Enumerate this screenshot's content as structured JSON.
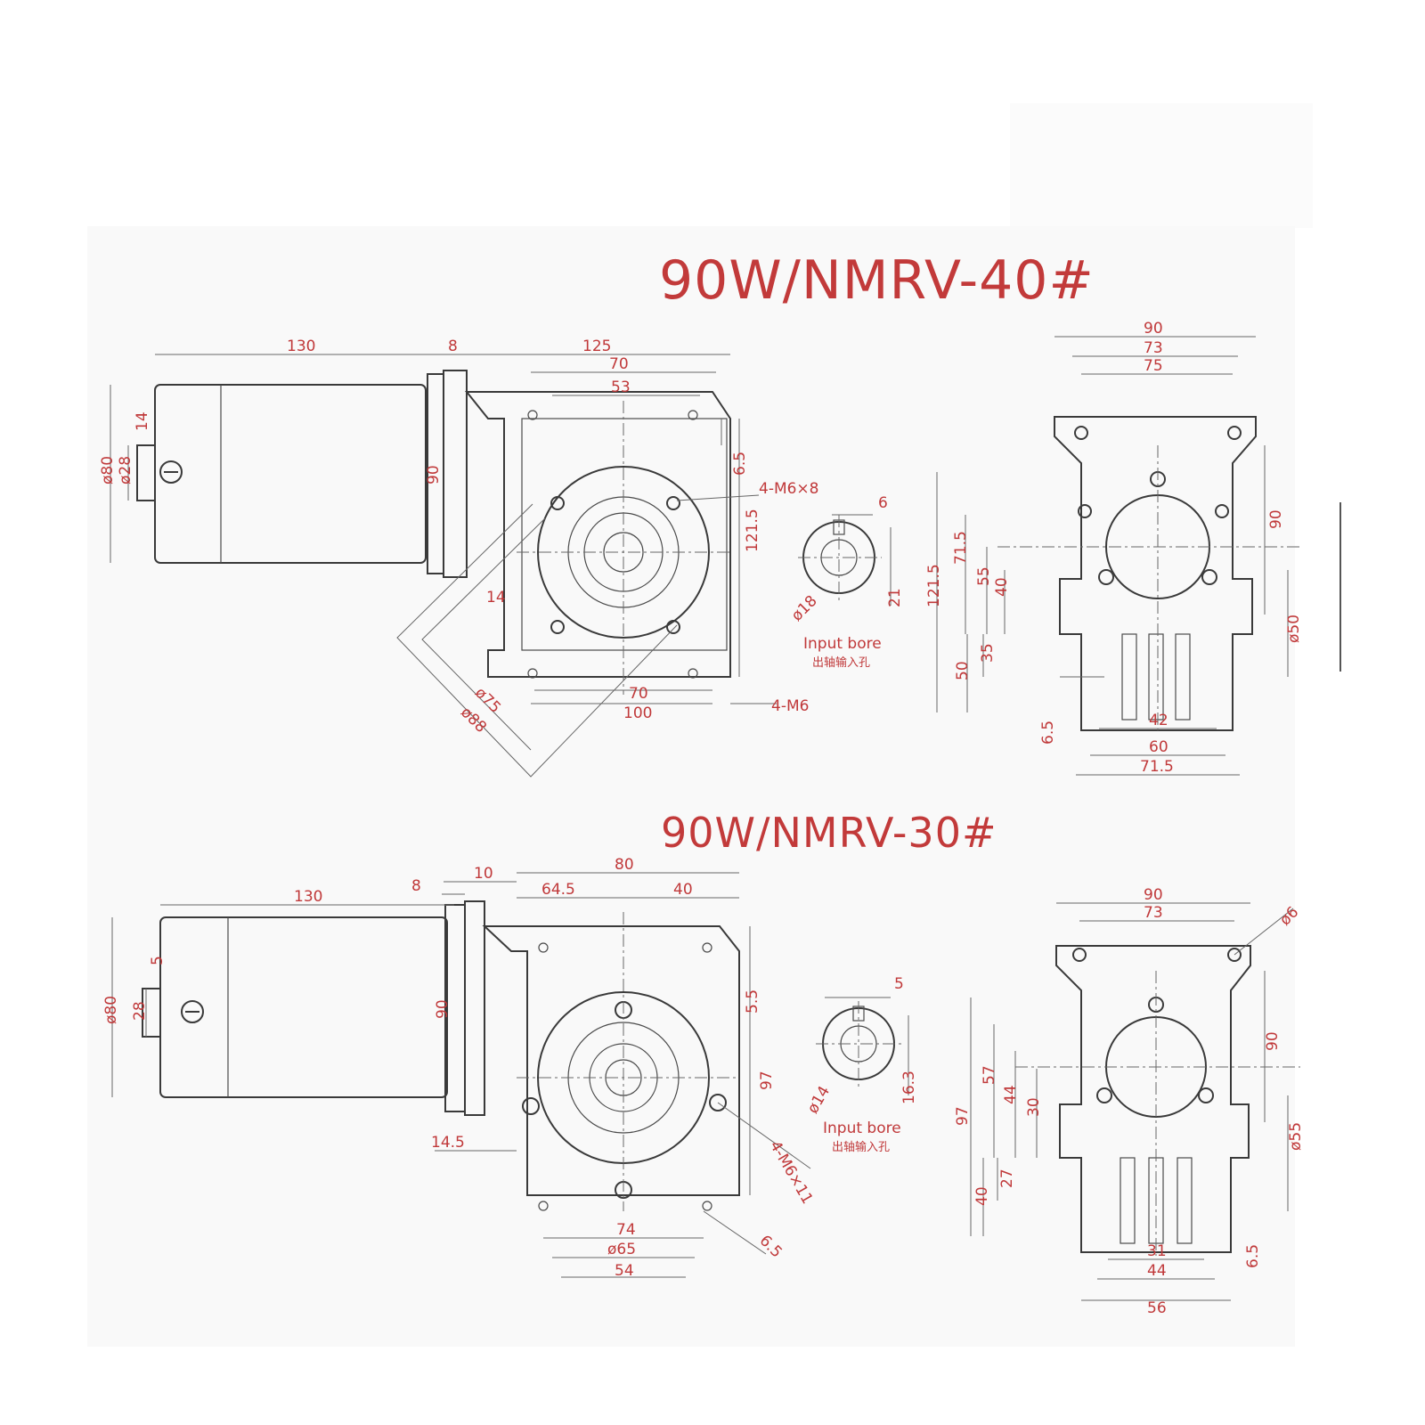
{
  "drawing_40": {
    "title": "90W/NMRV-40#",
    "side": [
      "130",
      "8",
      "125",
      "70",
      "53",
      "6.5",
      "121.5",
      "4-M6×8",
      "90",
      "ø80",
      "ø28",
      "14",
      "ø75",
      "ø88",
      "70",
      "100",
      "4-M6",
      "14"
    ],
    "bore": [
      "6",
      "21",
      "ø18"
    ],
    "bore_label_en": "Input bore",
    "bore_label_cn": "出轴输入孔",
    "front": [
      "90",
      "73",
      "75",
      "90",
      "71.5",
      "55",
      "40",
      "121.5",
      "35",
      "50",
      "ø50",
      "6.5",
      "42",
      "60",
      "71.5"
    ]
  },
  "drawing_30": {
    "title": "90W/NMRV-30#",
    "side": [
      "130",
      "8",
      "10",
      "80",
      "64.5",
      "40",
      "5.5",
      "90",
      "ø80",
      "28",
      "5",
      "97",
      "14.5",
      "4-M6×11",
      "74",
      "ø65",
      "54",
      "6.5"
    ],
    "bore": [
      "5",
      "16.3",
      "ø14"
    ],
    "bore_label_en": "Input bore",
    "bore_label_cn": "出轴输入孔",
    "front": [
      "90",
      "73",
      "ø6",
      "90",
      "57",
      "44",
      "30",
      "97",
      "27",
      "40",
      "ø55",
      "6.5",
      "31",
      "44",
      "56"
    ]
  }
}
